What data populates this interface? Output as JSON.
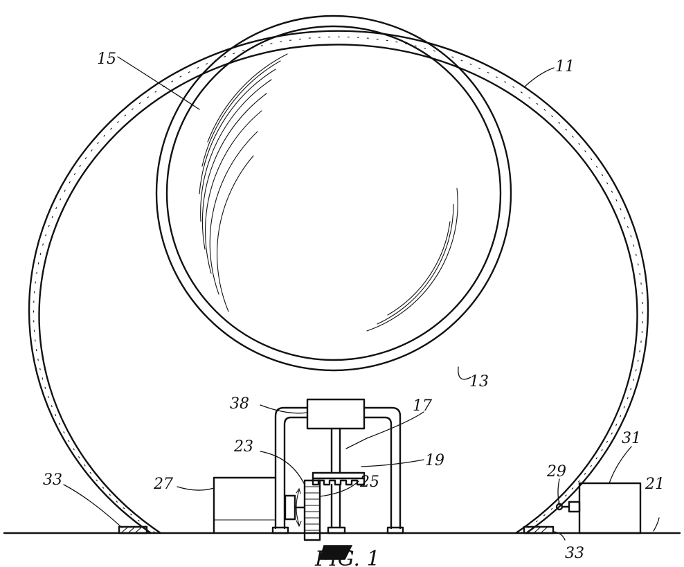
{
  "figure": {
    "caption": "FIG. 1"
  },
  "labels": {
    "l11": "11",
    "l13": "13",
    "l15": "15",
    "l17": "17",
    "l19": "19",
    "l21": "21",
    "l23": "23",
    "l25": "25",
    "l27": "27",
    "l29": "29",
    "l31": "31",
    "l33a": "33",
    "l33b": "33",
    "l38": "38"
  }
}
